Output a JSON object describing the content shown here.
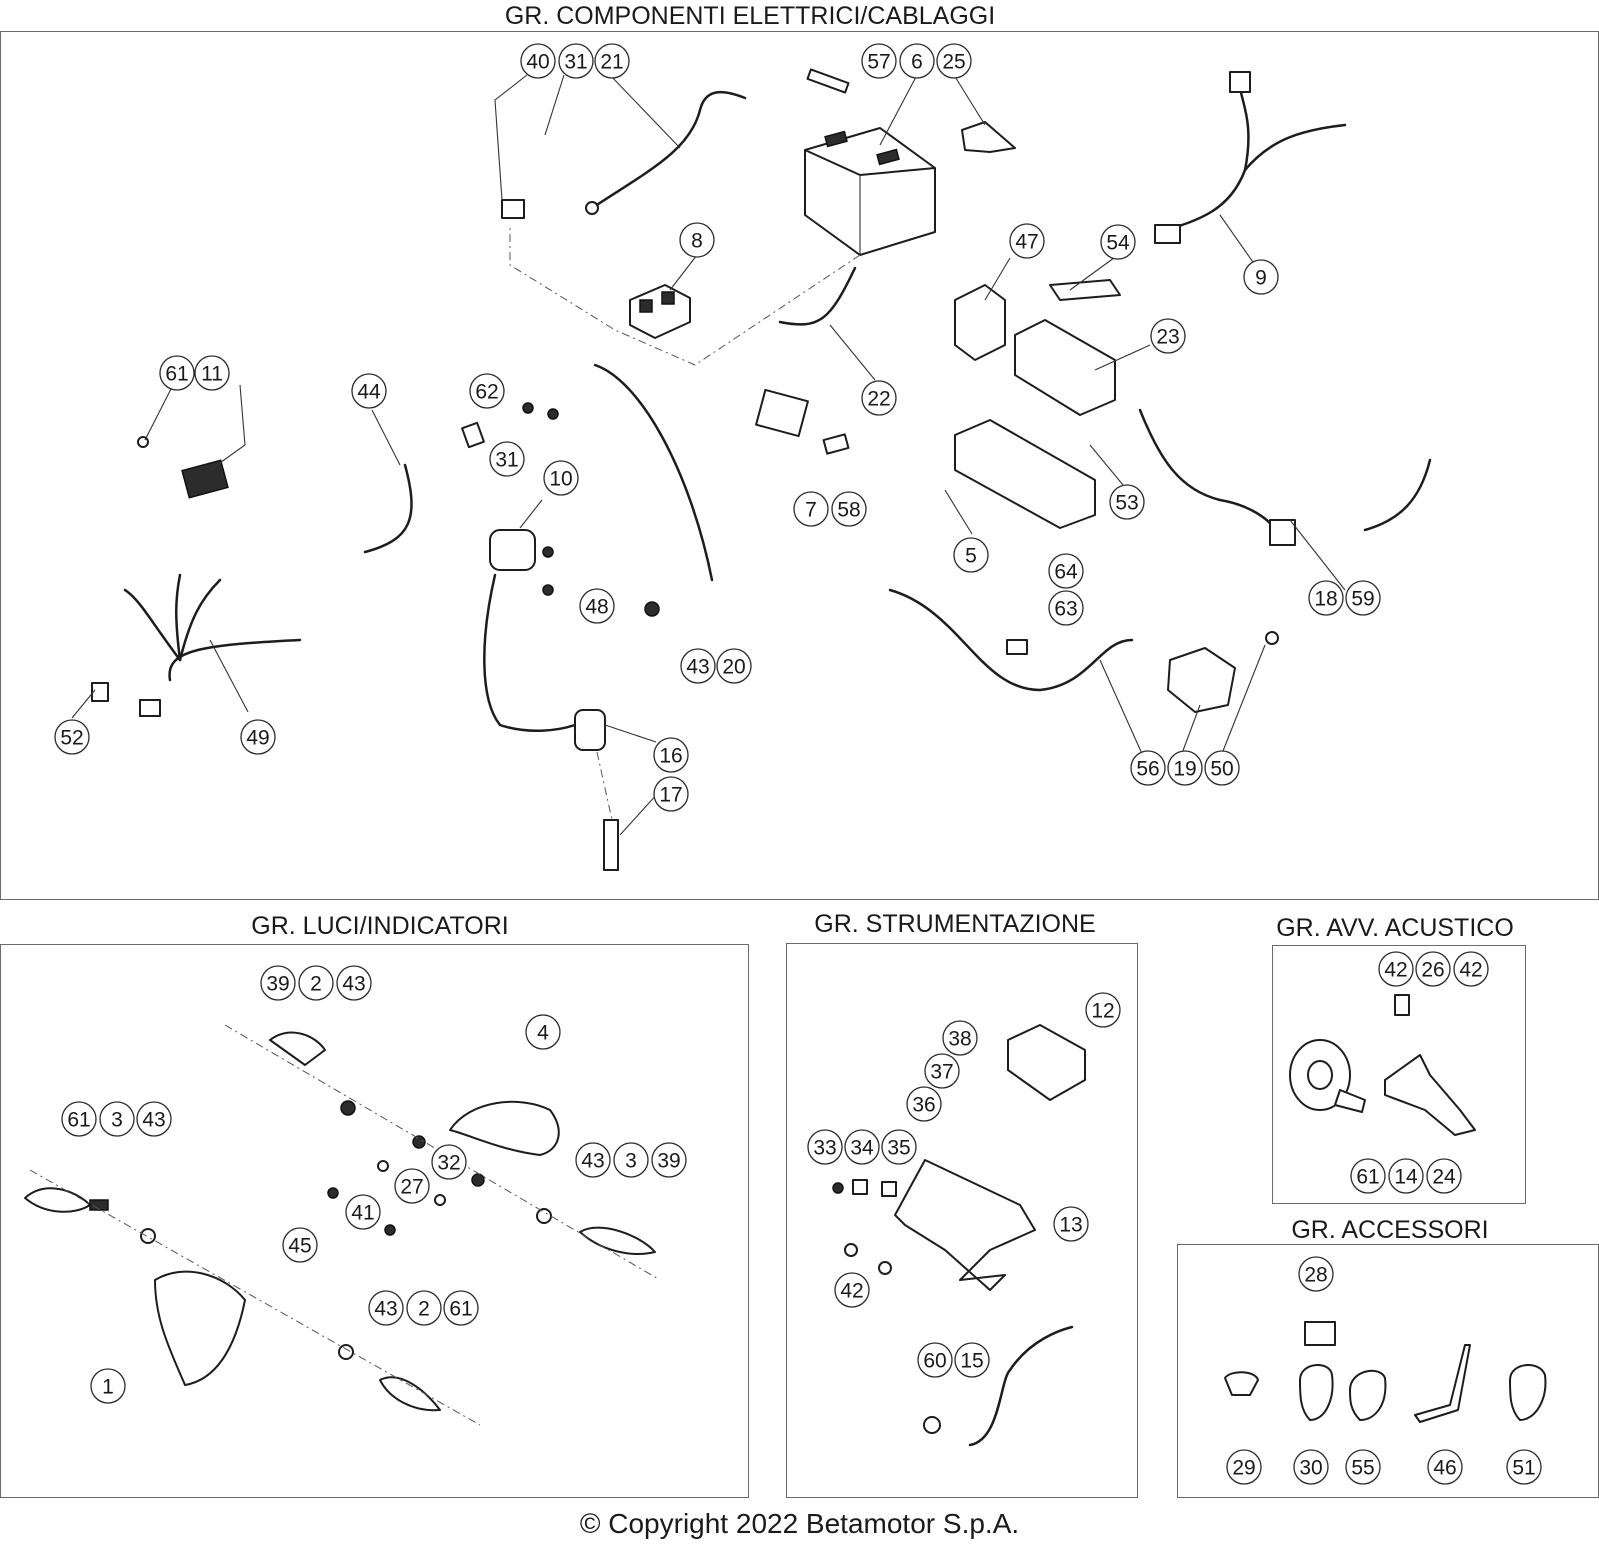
{
  "sections": {
    "electrical": "GR. COMPONENTI ELETTRICI/CABLAGGI",
    "lights": "GR. LUCI/INDICATORI",
    "instruments": "GR. STRUMENTAZIONE",
    "horn": "GR. AVV. ACUSTICO",
    "accessories": "GR. ACCESSORI"
  },
  "copyright": "© Copyright 2022 Betamotor S.p.A.",
  "callouts": {
    "electrical": [
      "40",
      "31",
      "21",
      "57",
      "6",
      "25",
      "8",
      "47",
      "54",
      "23",
      "9",
      "61",
      "11",
      "44",
      "62",
      "31",
      "22",
      "10",
      "7",
      "58",
      "53",
      "5",
      "48",
      "64",
      "63",
      "43",
      "20",
      "18",
      "59",
      "52",
      "49",
      "16",
      "56",
      "19",
      "50",
      "17"
    ],
    "lights": [
      "39",
      "2",
      "43",
      "4",
      "61",
      "3",
      "43",
      "32",
      "43",
      "3",
      "39",
      "27",
      "41",
      "45",
      "43",
      "2",
      "61",
      "1"
    ],
    "instruments": [
      "12",
      "38",
      "37",
      "36",
      "33",
      "34",
      "35",
      "13",
      "42",
      "60",
      "15"
    ],
    "horn": [
      "42",
      "26",
      "42",
      "61",
      "14",
      "24"
    ],
    "accessories": [
      "28",
      "29",
      "30",
      "55",
      "46",
      "51"
    ]
  }
}
